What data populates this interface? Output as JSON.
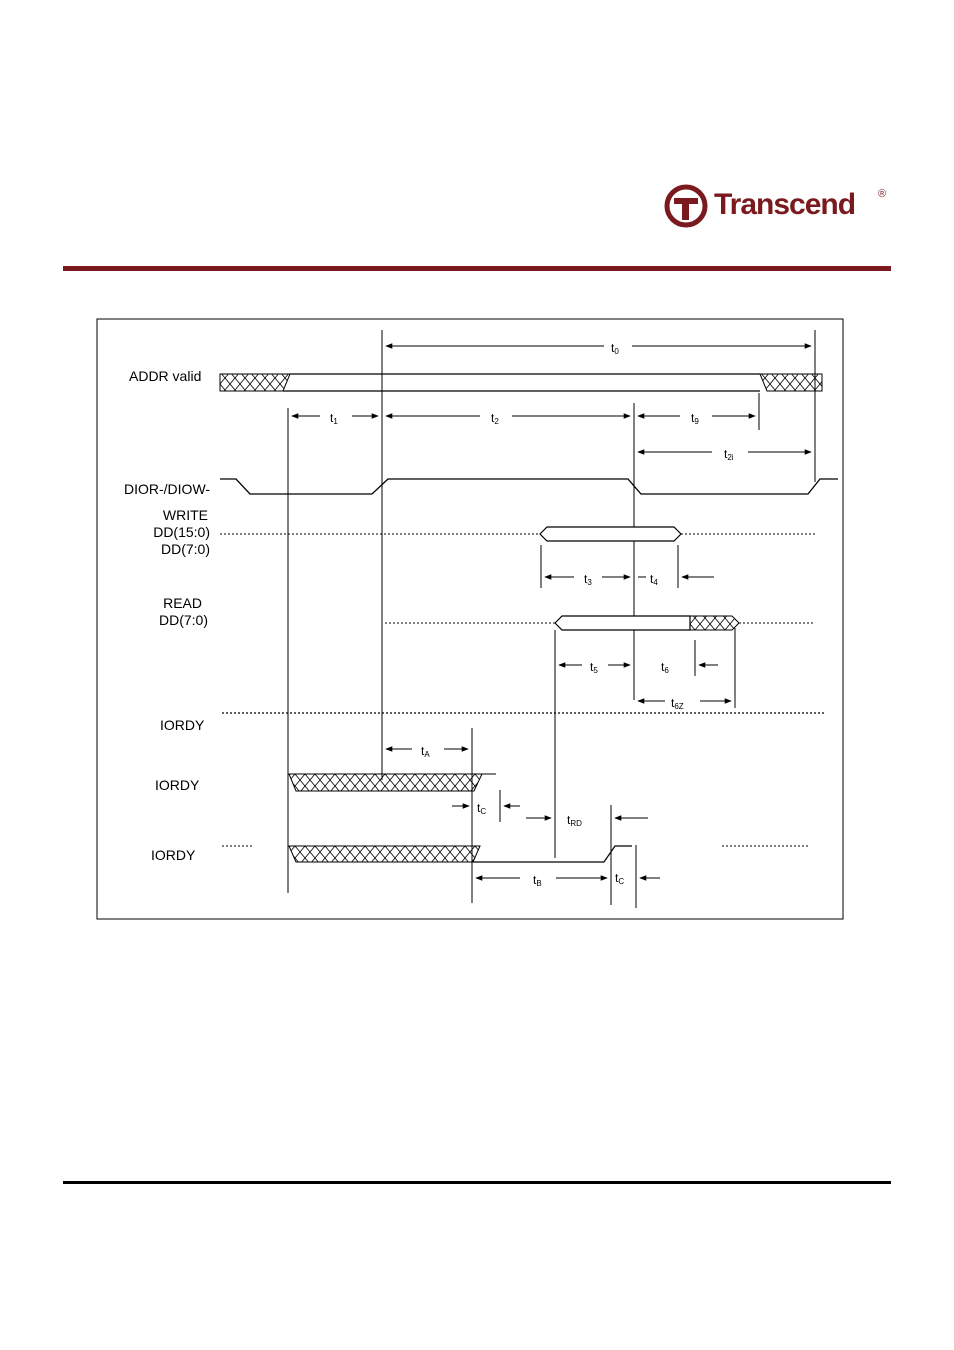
{
  "brand": {
    "name": "Transcend",
    "registered": "®",
    "color": "#7a1a1e"
  },
  "diagram": {
    "signals": {
      "addr": "ADDR valid",
      "dior": "DIOR-/DIOW-",
      "write": "WRITE",
      "write_dd1": "DD(15:0)",
      "write_dd2": "DD(7:0)",
      "read": "READ",
      "read_dd": "DD(7:0)",
      "iordy1": "IORDY",
      "iordy2": "IORDY",
      "iordy3": "IORDY"
    },
    "timings": {
      "t0": {
        "base": "t",
        "sub": "0"
      },
      "t1": {
        "base": "t",
        "sub": "1"
      },
      "t2": {
        "base": "t",
        "sub": "2"
      },
      "t9": {
        "base": "t",
        "sub": "9"
      },
      "t2i": {
        "base": "t",
        "sub": "2i"
      },
      "t3": {
        "base": "t",
        "sub": "3"
      },
      "t4": {
        "base": "t",
        "sub": "4"
      },
      "t5": {
        "base": "t",
        "sub": "5"
      },
      "t6": {
        "base": "t",
        "sub": "6"
      },
      "t6z": {
        "base": "t",
        "sub": "6Z"
      },
      "tA": {
        "base": "t",
        "sub": "A"
      },
      "tC1": {
        "base": "t",
        "sub": "C"
      },
      "tRD": {
        "base": "t",
        "sub": "RD"
      },
      "tB": {
        "base": "t",
        "sub": "B"
      },
      "tC2": {
        "base": "t",
        "sub": "C"
      }
    }
  }
}
